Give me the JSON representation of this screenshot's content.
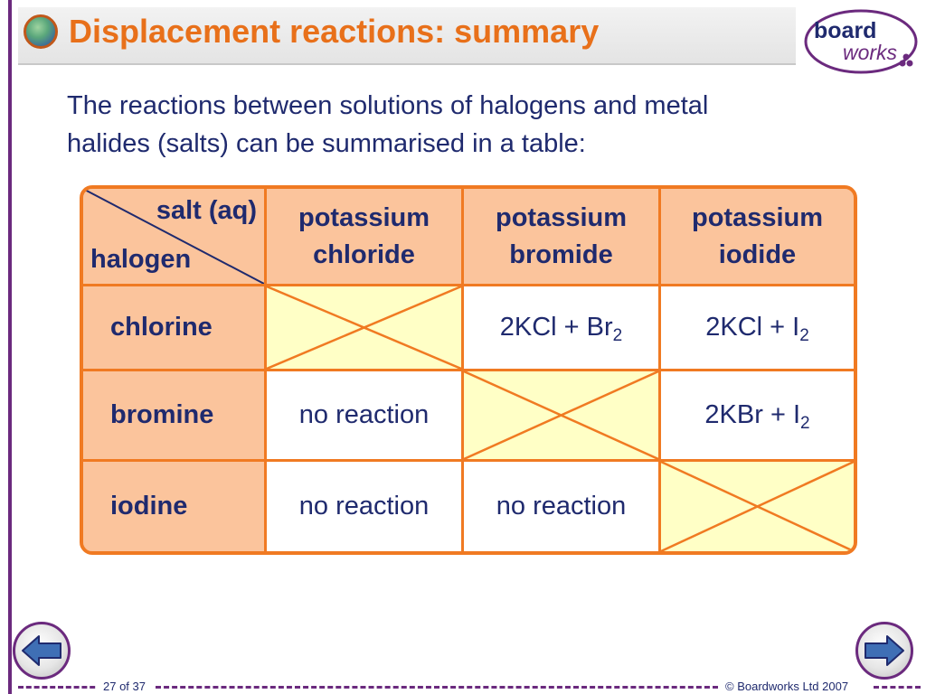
{
  "slide": {
    "title": "Displacement reactions: summary",
    "intro_line1": "The reactions between solutions of halogens and metal",
    "intro_line2": "halides (salts) can be summarised in a table:"
  },
  "logo": {
    "word1": "board",
    "word2": "works"
  },
  "table": {
    "corner_top": "salt (aq)",
    "corner_bottom": "halogen",
    "columns": [
      {
        "line1": "potassium",
        "line2": "chloride"
      },
      {
        "line1": "potassium",
        "line2": "bromide"
      },
      {
        "line1": "potassium",
        "line2": "iodide"
      }
    ],
    "rows": [
      {
        "label": "chlorine",
        "c1": "",
        "c2_main": "2KCl + Br",
        "c2_sub": "2",
        "c3_main": "2KCl + I",
        "c3_sub": "2"
      },
      {
        "label": "bromine",
        "c1": "no reaction",
        "c2": "",
        "c3_main": "2KBr + I",
        "c3_sub": "2"
      },
      {
        "label": "iodine",
        "c1": "no reaction",
        "c2": "no reaction",
        "c3": ""
      }
    ]
  },
  "footer": {
    "page": "27 of 37",
    "copyright": "© Boardworks Ltd 2007"
  },
  "colors": {
    "accent_orange": "#f07a22",
    "header_fill": "#fbc49c",
    "crossed_fill": "#ffffc6",
    "text_navy": "#1f2a6e",
    "frame_purple": "#6b2a7e"
  },
  "icons": {
    "title_icon": "globe-icon",
    "prev_button": "back-arrow-icon",
    "next_button": "forward-arrow-icon"
  }
}
